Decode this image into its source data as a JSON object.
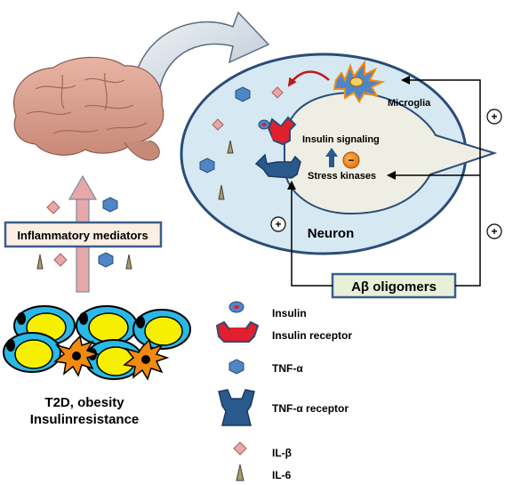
{
  "left_panel": {
    "inflammatory_label": "Inflammatory mediators",
    "caption_line1": "T2D,  obesity",
    "caption_line2": "Insulinresistance"
  },
  "cell": {
    "neuron_label": "Neuron",
    "microglia_label": "Microglia",
    "insulin_signaling_label": "Insulin signaling",
    "stress_kinases_label": "Stress kinases",
    "abeta_label": "Aβ oligomers",
    "plus_sign": "+",
    "minus_sign": "−"
  },
  "legend": {
    "insulin": "Insulin",
    "insulin_receptor": "Insulin receptor",
    "tnf_alpha": "TNF-α",
    "tnf_alpha_receptor": "TNF-α receptor",
    "il_beta": "IL-β",
    "il_6": "IL-6"
  },
  "colors": {
    "cell_fill": "#d6e9f3",
    "neuron_fill": "#efeee4",
    "tnf_hexagon": "#4f86c6",
    "il_beta_diamond": "#e8a8a8",
    "il_6_triangle": "#a89a6c",
    "insulin_receptor": "#e0202c",
    "abeta_box": "#e8f0d8",
    "inflammatory_box": "#fbeee2"
  }
}
